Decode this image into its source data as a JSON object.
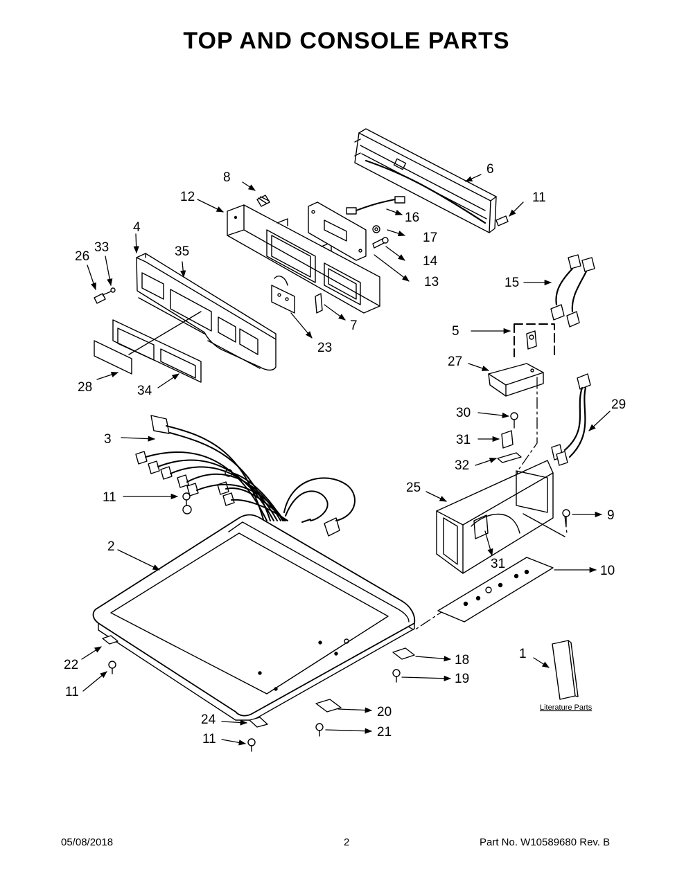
{
  "title": "TOP AND CONSOLE PARTS",
  "literature_label": "Literature Parts",
  "callouts": [
    {
      "id": "c1",
      "label": "1"
    },
    {
      "id": "c2",
      "label": "2"
    },
    {
      "id": "c3",
      "label": "3"
    },
    {
      "id": "c4",
      "label": "4"
    },
    {
      "id": "c5",
      "label": "5"
    },
    {
      "id": "c6",
      "label": "6"
    },
    {
      "id": "c7",
      "label": "7"
    },
    {
      "id": "c8",
      "label": "8"
    },
    {
      "id": "c9",
      "label": "9"
    },
    {
      "id": "c10",
      "label": "10"
    },
    {
      "id": "c11a",
      "label": "11"
    },
    {
      "id": "c11b",
      "label": "11"
    },
    {
      "id": "c11c",
      "label": "11"
    },
    {
      "id": "c11d",
      "label": "11"
    },
    {
      "id": "c12",
      "label": "12"
    },
    {
      "id": "c13",
      "label": "13"
    },
    {
      "id": "c14",
      "label": "14"
    },
    {
      "id": "c15",
      "label": "15"
    },
    {
      "id": "c16",
      "label": "16"
    },
    {
      "id": "c17",
      "label": "17"
    },
    {
      "id": "c18",
      "label": "18"
    },
    {
      "id": "c19",
      "label": "19"
    },
    {
      "id": "c20",
      "label": "20"
    },
    {
      "id": "c21",
      "label": "21"
    },
    {
      "id": "c22",
      "label": "22"
    },
    {
      "id": "c23",
      "label": "23"
    },
    {
      "id": "c24",
      "label": "24"
    },
    {
      "id": "c25",
      "label": "25"
    },
    {
      "id": "c26",
      "label": "26"
    },
    {
      "id": "c27",
      "label": "27"
    },
    {
      "id": "c28",
      "label": "28"
    },
    {
      "id": "c29",
      "label": "29"
    },
    {
      "id": "c30",
      "label": "30"
    },
    {
      "id": "c31a",
      "label": "31"
    },
    {
      "id": "c31b",
      "label": "31"
    },
    {
      "id": "c32",
      "label": "32"
    },
    {
      "id": "c33",
      "label": "33"
    },
    {
      "id": "c34",
      "label": "34"
    },
    {
      "id": "c35",
      "label": "35"
    }
  ],
  "footer": {
    "date": "05/08/2018",
    "page": "2",
    "part": "Part No.  W10589680   Rev.  B"
  }
}
